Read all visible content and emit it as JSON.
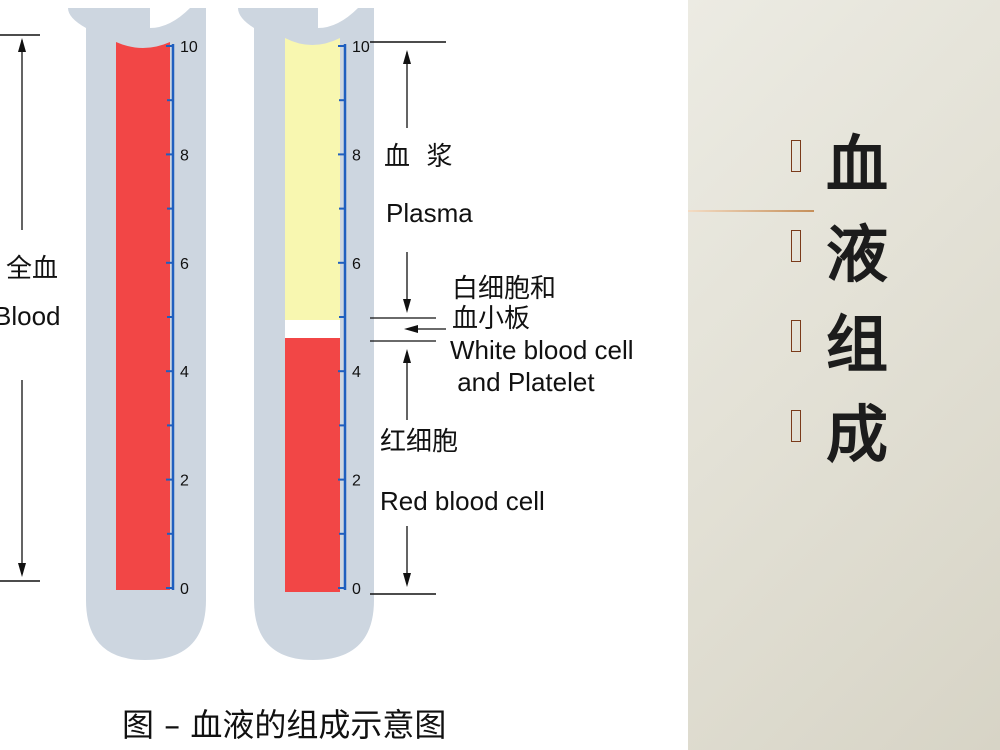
{
  "diagram": {
    "scale_ticks": [
      "10",
      "8",
      "6",
      "4",
      "2",
      "0"
    ],
    "whole_blood": {
      "cn": "全血",
      "en": "Blood"
    },
    "plasma": {
      "cn": "血  浆",
      "en": "Plasma"
    },
    "wbc_platelet": {
      "cn_line1": "白细胞和",
      "cn_line2": "血小板",
      "en_line1": "White blood cell",
      "en_line2": " and Platelet"
    },
    "rbc": {
      "cn": "红细胞",
      "en": "Red blood cell"
    },
    "caption": "图 – 血液的组成示意图"
  },
  "sidebar": {
    "title_chars": [
      "血",
      "液",
      "组",
      "成"
    ]
  },
  "colors": {
    "tube": "#cdd6e0",
    "red": "#f24646",
    "plasma": "#f8f7b0",
    "scale": "#1f5fbf",
    "bullet_border": "#7a3a1a"
  }
}
